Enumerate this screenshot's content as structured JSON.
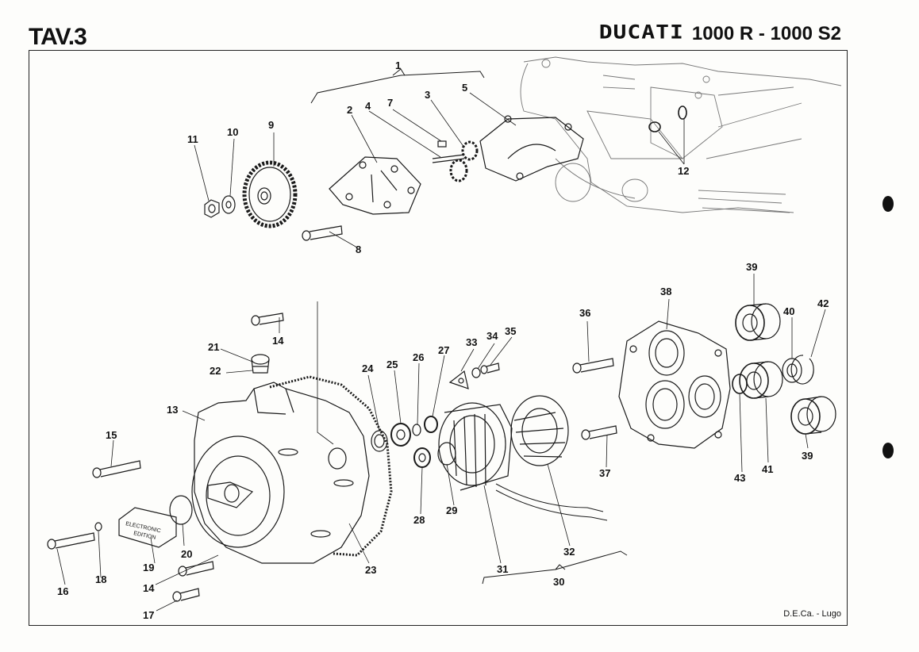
{
  "header": {
    "title": "TAV.3",
    "brand": "DUCATI",
    "model": "1000 R - 1000 S2"
  },
  "footer": {
    "credit": "D.E.Ca. - Lugo"
  },
  "callouts": {
    "c1": "1",
    "c2": "2",
    "c3": "3",
    "c4": "4",
    "c5": "5",
    "c7": "7",
    "c8": "8",
    "c9": "9",
    "c10": "10",
    "c11": "11",
    "c12": "12",
    "c13": "13",
    "c14a": "14",
    "c14b": "14",
    "c15": "15",
    "c16": "16",
    "c17": "17",
    "c18": "18",
    "c19": "19",
    "c20": "20",
    "c21": "21",
    "c22": "22",
    "c23": "23",
    "c24": "24",
    "c25": "25",
    "c26": "26",
    "c27": "27",
    "c28": "28",
    "c29": "29",
    "c30": "30",
    "c31": "31",
    "c32": "32",
    "c33": "33",
    "c34": "34",
    "c35": "35",
    "c36": "36",
    "c37": "37",
    "c38": "38",
    "c39a": "39",
    "c39b": "39",
    "c40": "40",
    "c41": "41",
    "c42": "42",
    "c43": "43"
  },
  "labels": {
    "plate_line1": "ELECTRONIC",
    "plate_line2": "EDITION"
  }
}
